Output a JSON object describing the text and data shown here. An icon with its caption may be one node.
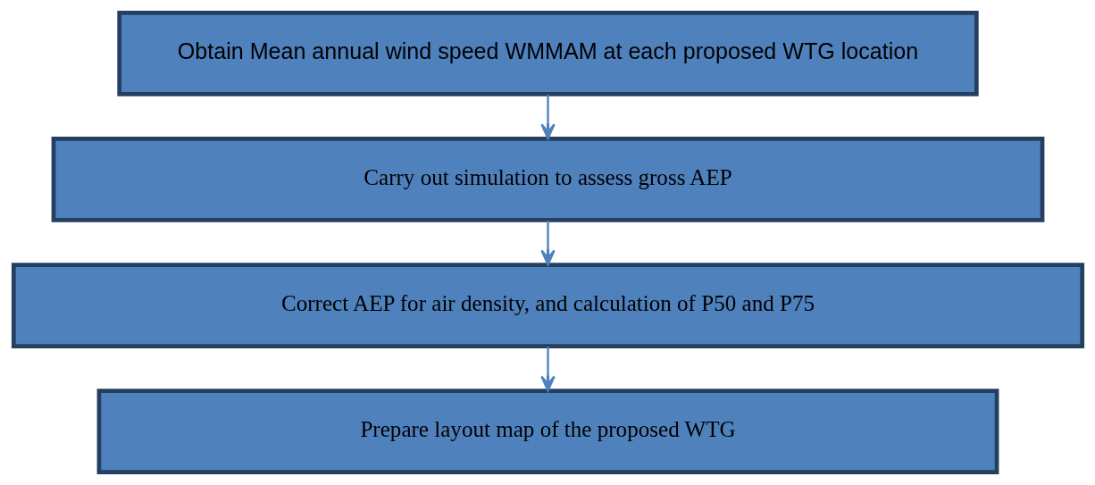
{
  "diagram": {
    "nodes": [
      {
        "text": [
          "Obtain Mean annual wind speed WMMAM at each proposed WTG location"
        ]
      },
      {
        "text": [
          "Carry out simulation to assess gross AEP"
        ]
      },
      {
        "text": [
          "Correct AEP for air density, and calculation of P50 and P75"
        ]
      },
      {
        "text": [
          "Prepare layout map of the proposed WTG"
        ]
      }
    ],
    "edges": [
      {
        "from": 0,
        "to": 1,
        "arrow": "to"
      },
      {
        "from": 1,
        "to": 2,
        "arrow": "to"
      },
      {
        "from": 2,
        "to": 3,
        "arrow": "to"
      }
    ]
  }
}
